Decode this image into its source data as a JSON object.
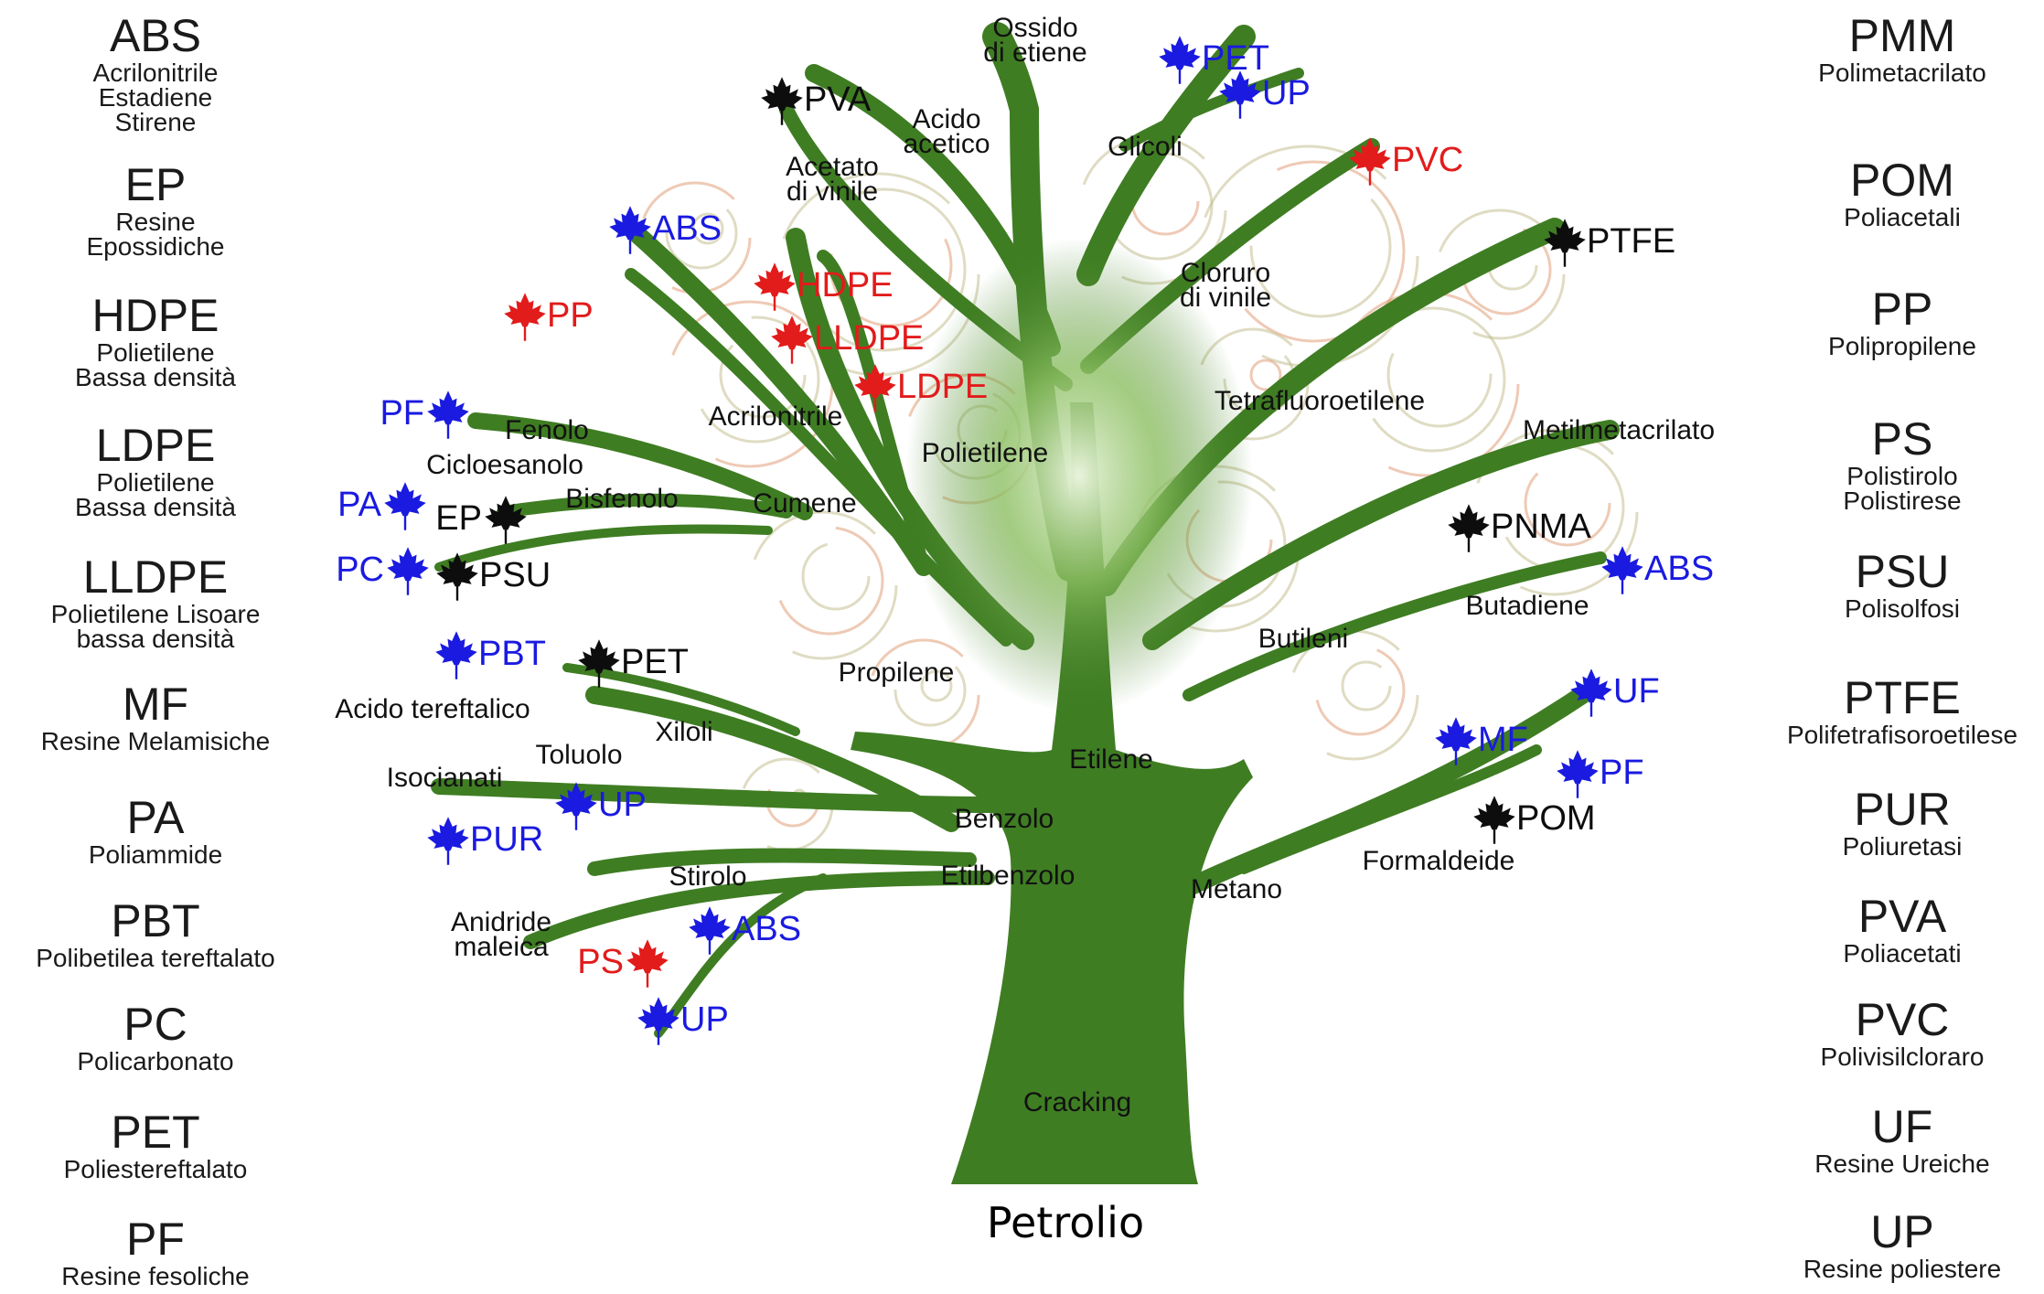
{
  "colors": {
    "trunk": "#3f7d23",
    "trunk_light": "#dfeecd",
    "leaf_blue": "#1a1ae0",
    "leaf_red": "#e21b1b",
    "leaf_black": "#0d0d0d",
    "swirl_olive": "#b8b27a",
    "swirl_orange": "#d98a5a",
    "text": "#111111"
  },
  "legend_left": [
    {
      "code": "ABS",
      "desc": "Acrilonitrile\nEstadiene\nStirene"
    },
    {
      "code": "EP",
      "desc": "Resine\nEpossidiche"
    },
    {
      "code": "HDPE",
      "desc": "Polietilene\nBassa densità"
    },
    {
      "code": "LDPE",
      "desc": "Polietilene\nBassa densità"
    },
    {
      "code": "LLDPE",
      "desc": "Polietilene Lisoare\nbassa densità"
    },
    {
      "code": "MF",
      "desc": "Resine Melamisiche"
    },
    {
      "code": "PA",
      "desc": "Poliammide"
    },
    {
      "code": "PBT",
      "desc": "Polibetilea tereftalato"
    },
    {
      "code": "PC",
      "desc": "Policarbonato"
    },
    {
      "code": "PET",
      "desc": "Poliestereftalato"
    },
    {
      "code": "PF",
      "desc": "Resine fesoliche"
    }
  ],
  "legend_right": [
    {
      "code": "PMM",
      "desc": "Polimetacrilato"
    },
    {
      "code": "POM",
      "desc": "Poliacetali"
    },
    {
      "code": "PP",
      "desc": "Polipropilene"
    },
    {
      "code": "PS",
      "desc": "Polistirolo\nPolistirese"
    },
    {
      "code": "PSU",
      "desc": "Polisolfosi"
    },
    {
      "code": "PTFE",
      "desc": "Polifetrafisoroetilese"
    },
    {
      "code": "PUR",
      "desc": "Poliuretasi"
    },
    {
      "code": "PVA",
      "desc": "Poliacetati"
    },
    {
      "code": "PVC",
      "desc": "Polivisilcloraro"
    },
    {
      "code": "UF",
      "desc": "Resine Ureiche"
    },
    {
      "code": "UP",
      "desc": "Resine poliestere"
    }
  ],
  "tree": {
    "base_label": "Petrolio",
    "branch_labels": [
      "Ossido\ndi etiene",
      "Acido\nacetico",
      "Acetato\ndi vinile",
      "Glicoli",
      "Cloruro\ndi vinile",
      "Tetrafluoroetilene",
      "Metilmetacrilato",
      "Butadiene",
      "Butileni",
      "Etilene",
      "Polietilene",
      "Acrilonitrile",
      "Fenolo",
      "Cicloesanolo",
      "Bisfenolo",
      "Cumene",
      "Propilene",
      "Acido tereftalico",
      "Xiloli",
      "Toluolo",
      "Isocianati",
      "Benzolo",
      "Stirolo",
      "Etilbenzolo",
      "Anidride\nmaleica",
      "Metano",
      "Formaldeide",
      "Cracking"
    ],
    "leaves": [
      {
        "label": "PET",
        "color": "blue"
      },
      {
        "label": "UP",
        "color": "blue"
      },
      {
        "label": "PVA",
        "color": "black"
      },
      {
        "label": "PVC",
        "color": "red"
      },
      {
        "label": "PTFE",
        "color": "black"
      },
      {
        "label": "ABS",
        "color": "blue"
      },
      {
        "label": "HDPE",
        "color": "red"
      },
      {
        "label": "PP",
        "color": "red"
      },
      {
        "label": "LLDPE",
        "color": "red"
      },
      {
        "label": "LDPE",
        "color": "red"
      },
      {
        "label": "PF",
        "color": "blue"
      },
      {
        "label": "PA",
        "color": "blue"
      },
      {
        "label": "EP",
        "color": "black"
      },
      {
        "label": "PC",
        "color": "blue"
      },
      {
        "label": "PSU",
        "color": "black"
      },
      {
        "label": "PNMA",
        "color": "black"
      },
      {
        "label": "ABS",
        "color": "blue"
      },
      {
        "label": "PBT",
        "color": "blue"
      },
      {
        "label": "PET",
        "color": "black"
      },
      {
        "label": "UF",
        "color": "blue"
      },
      {
        "label": "MF",
        "color": "blue"
      },
      {
        "label": "PF",
        "color": "blue"
      },
      {
        "label": "POM",
        "color": "black"
      },
      {
        "label": "UP",
        "color": "blue"
      },
      {
        "label": "PUR",
        "color": "blue"
      },
      {
        "label": "PS",
        "color": "red"
      },
      {
        "label": "ABS",
        "color": "blue"
      },
      {
        "label": "UP",
        "color": "blue"
      }
    ]
  }
}
